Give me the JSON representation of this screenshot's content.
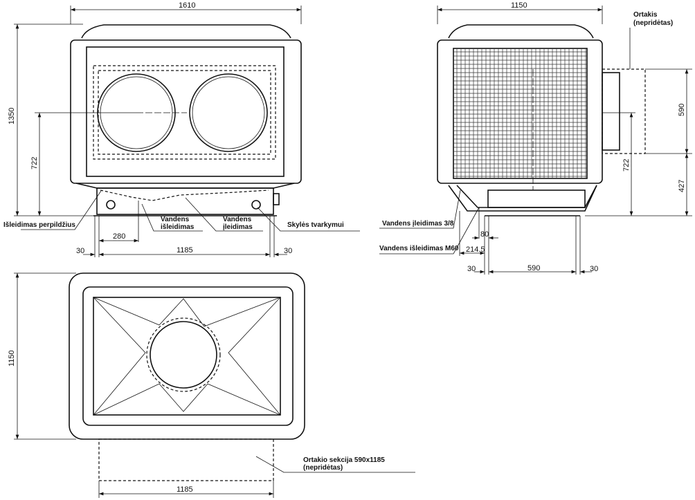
{
  "front_view": {
    "dim_width": "1610",
    "dim_height": "1350",
    "dim_center_height": "722",
    "dim_drain_offset": "280",
    "dim_base_width": "1185",
    "dim_margin_left": "30",
    "dim_margin_right": "30",
    "label_overflow": "Išleidimas perpildžius",
    "label_water_outlet_1": "Vandens",
    "label_water_outlet_2": "išleidimas",
    "label_water_inlet_1": "Vandens",
    "label_water_inlet_2": "įleidimas",
    "label_service_holes": "Skylės tvarkymui"
  },
  "side_view": {
    "dim_width": "1150",
    "dim_duct_height": "590",
    "dim_center_height": "722",
    "dim_base_height": "427",
    "dim_80": "80",
    "dim_214": "214.5",
    "dim_margin_left": "30",
    "dim_duct_width": "590",
    "dim_margin_right": "30",
    "label_duct_1": "Ortakis",
    "label_duct_2": "(nepridėtas)",
    "label_inlet": "Vandens įleidimas 3/8",
    "label_outlet": "Vandens išleidimas M60"
  },
  "top_view": {
    "dim_depth": "1150",
    "dim_duct_width": "1185",
    "label_duct_section_1": "Ortakio sekcija 590x1185",
    "label_duct_section_2": "(nepridėtas)"
  }
}
